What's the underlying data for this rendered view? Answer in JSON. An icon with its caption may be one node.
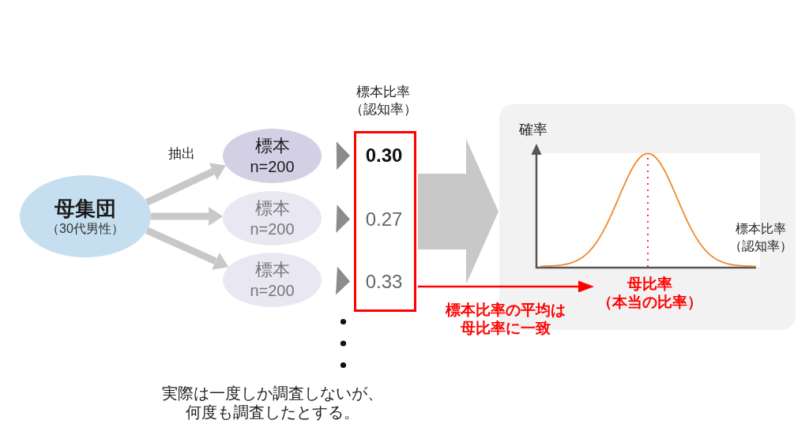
{
  "diagram": {
    "nodes": [
      {
        "text": [
          "母集団",
          "（30代男性）"
        ]
      },
      {
        "text": [
          "標本",
          "n=200"
        ]
      },
      {
        "text": [
          "標本",
          "n=200"
        ]
      },
      {
        "text": [
          "標本",
          "n=200"
        ]
      },
      {
        "text": [
          "標本比率（認知率）"
        ]
      },
      {
        "text": [
          "0.30"
        ],
        "in": 4
      },
      {
        "text": [
          "0.27"
        ],
        "in": 4
      },
      {
        "text": [
          "0.33"
        ],
        "in": 4
      },
      {
        "text": [],
        "shape": "box"
      },
      {
        "text": [
          "母比率",
          "（本当の比率）"
        ],
        "in": 8
      }
    ],
    "edges": [
      {
        "from": 0,
        "to": 1,
        "arrow": "to",
        "label": "抽出"
      },
      {
        "from": 0,
        "to": 2,
        "arrow": "to"
      },
      {
        "from": 0,
        "to": 3,
        "arrow": "to"
      },
      {
        "from": 1,
        "to": 5,
        "arrow": "to"
      },
      {
        "from": 2,
        "to": 6,
        "arrow": "to"
      },
      {
        "from": 3,
        "to": 7,
        "arrow": "to"
      },
      {
        "from": 4,
        "to": 8,
        "arrow": "to",
        "style": "thick"
      },
      {
        "from": 4,
        "to": 9,
        "arrow": "to",
        "label": "標本比率の平均は母比率に一致",
        "color": "#ff0000"
      }
    ],
    "labels": [
      "確率",
      "標本比率（認知率）",
      "実際は一度しか調査しないが、何度も調査したとする。"
    ]
  }
}
